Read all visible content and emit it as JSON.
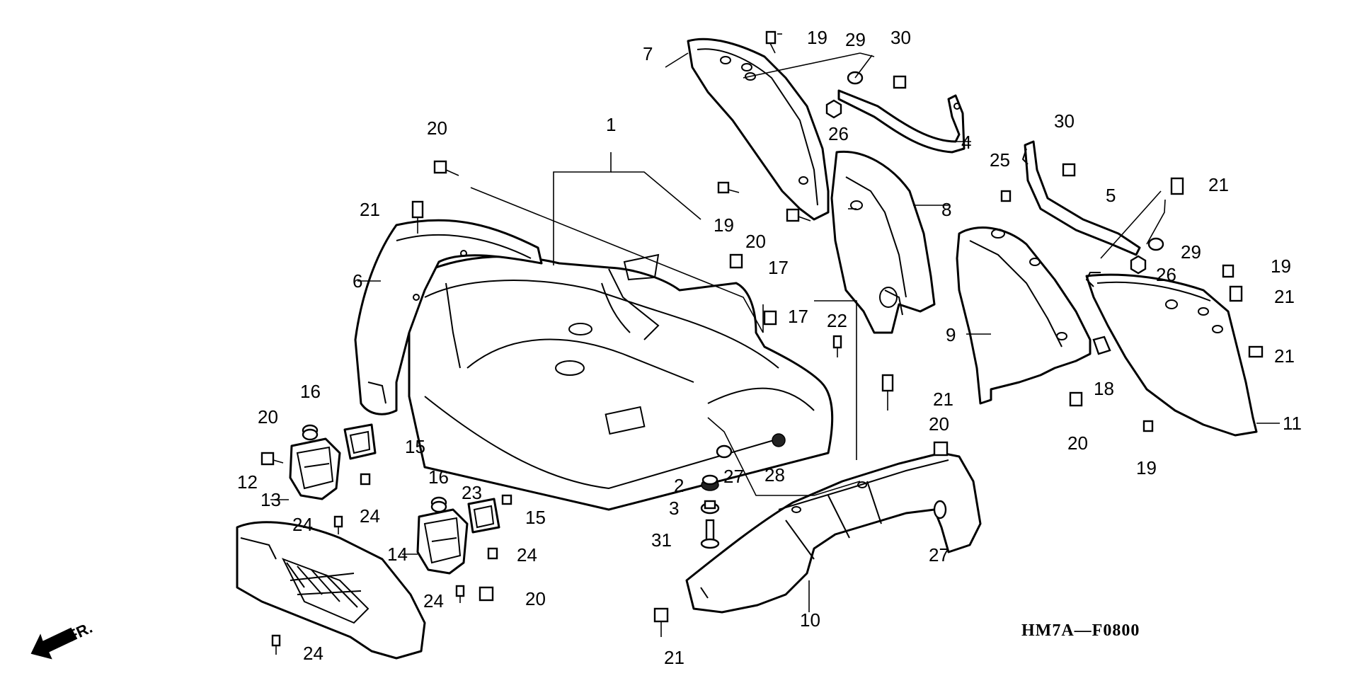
{
  "callouts": {
    "c1": "1",
    "c2": "2",
    "c3": "3",
    "c4": "4",
    "c5": "5",
    "c6": "6",
    "c7": "7",
    "c8": "8",
    "c9": "9",
    "c10": "10",
    "c11": "11",
    "c12": "12",
    "c13": "13",
    "c14": "14",
    "c15a": "15",
    "c15b": "15",
    "c16a": "16",
    "c16b": "16",
    "c17a": "17",
    "c17b": "17",
    "c18": "18",
    "c19a": "19",
    "c19b": "19",
    "c19c": "19",
    "c19d": "19",
    "c20a": "20",
    "c20b": "20",
    "c20c": "20",
    "c20d": "20",
    "c20e": "20",
    "c20f": "20",
    "c21a": "21",
    "c21b": "21",
    "c21c": "21",
    "c21d": "21",
    "c21e": "21",
    "c21f": "21",
    "c22": "22",
    "c23": "23",
    "c24a": "24",
    "c24b": "24",
    "c24c": "24",
    "c24d": "24",
    "c24e": "24",
    "c25": "25",
    "c26a": "26",
    "c26b": "26",
    "c27a": "27",
    "c27b": "27",
    "c28": "28",
    "c29a": "29",
    "c29b": "29",
    "c30a": "30",
    "c30b": "30",
    "c31": "31"
  },
  "diagram_code": "HM7A—F0800",
  "direction_label": "FR."
}
